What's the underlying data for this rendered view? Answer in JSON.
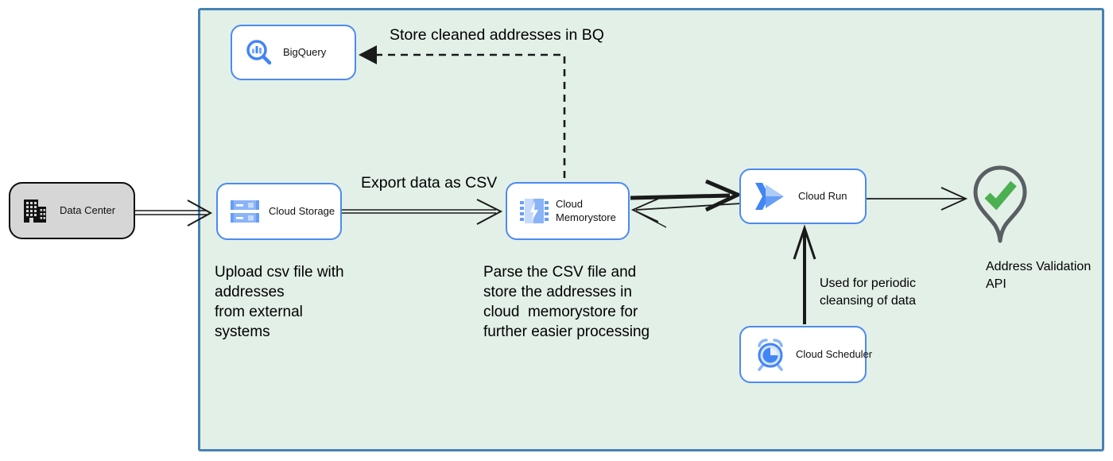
{
  "nodes": {
    "data_center": {
      "label": "Data Center"
    },
    "bigquery": {
      "label": "BigQuery"
    },
    "cloud_storage": {
      "label": "Cloud Storage"
    },
    "cloud_memorystore": {
      "label": "Cloud Memorystore"
    },
    "cloud_run": {
      "label": "Cloud Run"
    },
    "cloud_scheduler": {
      "label": "Cloud Scheduler"
    }
  },
  "edge_labels": {
    "store_cleaned": "Store cleaned addresses in BQ",
    "export_csv": "Export data as CSV",
    "periodic_cleansing": "Used for periodic\ncleansing of data"
  },
  "annotations": {
    "upload_note": "Upload csv file with\naddresses\nfrom external\nsystems",
    "parse_note": "Parse the CSV file and\nstore the addresses in\ncloud  memorystore for\nfurther easier processing",
    "address_api_label": "Address Validation\nAPI"
  },
  "colors": {
    "zone_fill": "#e2f0e7",
    "zone_border": "#4782b4",
    "node_border": "#4d8af0",
    "external_node_fill": "#d6d6d6",
    "icon_blue": "#4285f4",
    "icon_blue_mid": "#7baaf7",
    "icon_blue_light": "#c6dafc",
    "connector_black": "#1a1a1a",
    "check_green": "#4caf50",
    "pin_gray": "#5a5f63"
  }
}
